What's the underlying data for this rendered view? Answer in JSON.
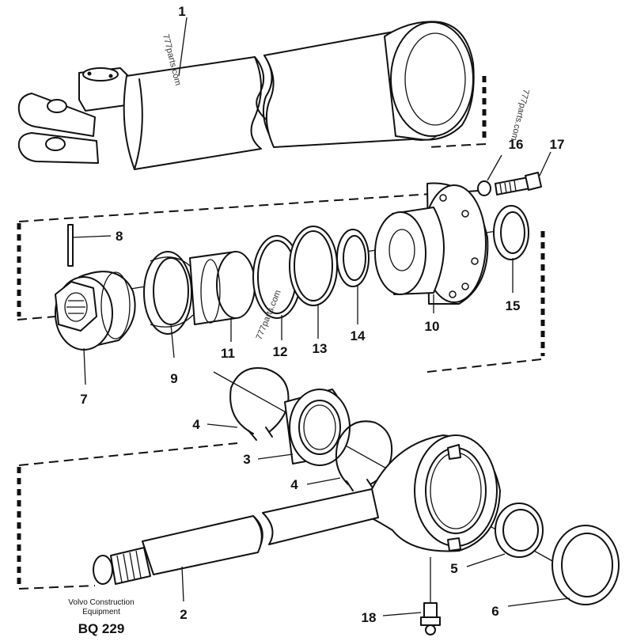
{
  "diagram": {
    "callouts": [
      {
        "id": "1",
        "label": "1"
      },
      {
        "id": "2",
        "label": "2"
      },
      {
        "id": "3",
        "label": "3"
      },
      {
        "id": "4a",
        "label": "4"
      },
      {
        "id": "4b",
        "label": "4"
      },
      {
        "id": "5",
        "label": "5"
      },
      {
        "id": "6",
        "label": "6"
      },
      {
        "id": "7",
        "label": "7"
      },
      {
        "id": "8",
        "label": "8"
      },
      {
        "id": "9",
        "label": "9"
      },
      {
        "id": "10",
        "label": "10"
      },
      {
        "id": "11",
        "label": "11"
      },
      {
        "id": "12",
        "label": "12"
      },
      {
        "id": "13",
        "label": "13"
      },
      {
        "id": "14",
        "label": "14"
      },
      {
        "id": "15",
        "label": "15"
      },
      {
        "id": "16",
        "label": "16"
      },
      {
        "id": "17",
        "label": "17"
      },
      {
        "id": "18",
        "label": "18"
      }
    ],
    "caption_line1": "Volvo Construction",
    "caption_line2": "Equipment",
    "drawing_code": "BQ 229",
    "watermarks": [
      "777parts.com",
      "777parts.com",
      "777parts.com"
    ]
  }
}
